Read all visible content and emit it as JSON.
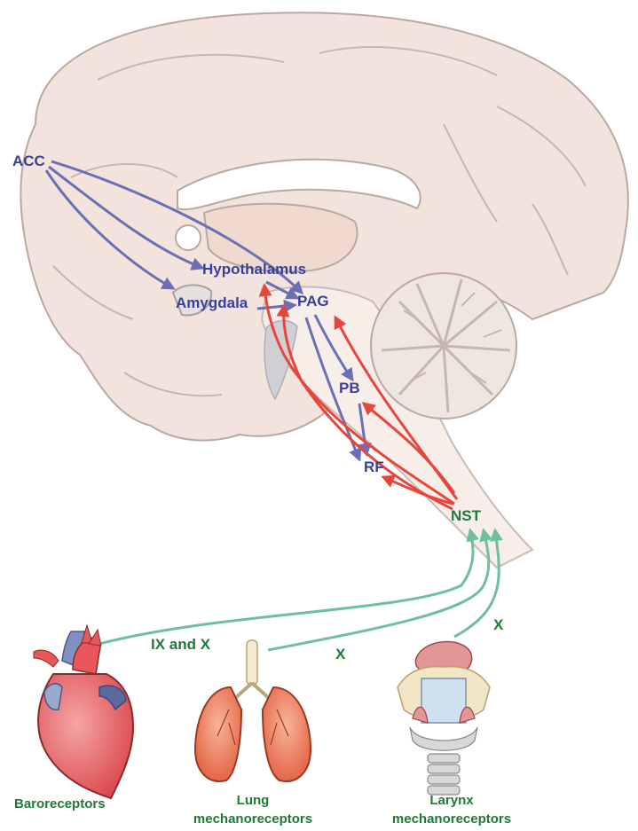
{
  "brain_regions": {
    "acc": "ACC",
    "hypothalamus": "Hypothalamus",
    "amygdala": "Amygdala",
    "pag": "PAG",
    "pb": "PB",
    "rf": "RF",
    "nst": "NST"
  },
  "nerves": {
    "ix_and_x": "IX and X",
    "x_lung": "X",
    "x_larynx": "X"
  },
  "organs": {
    "baroreceptors": "Baroreceptors",
    "lung_line1": "Lung",
    "lung_line2": "mechanoreceptors",
    "larynx_line1": "Larynx",
    "larynx_line2": "mechanoreceptors"
  },
  "colors": {
    "descending_pathway": "#6b6fb3",
    "ascending_pathway": "#e8453c",
    "afferent_pathway": "#6fbf9a",
    "region_label": "#3a3f9a",
    "nerve_label": "#1f7a3a"
  }
}
